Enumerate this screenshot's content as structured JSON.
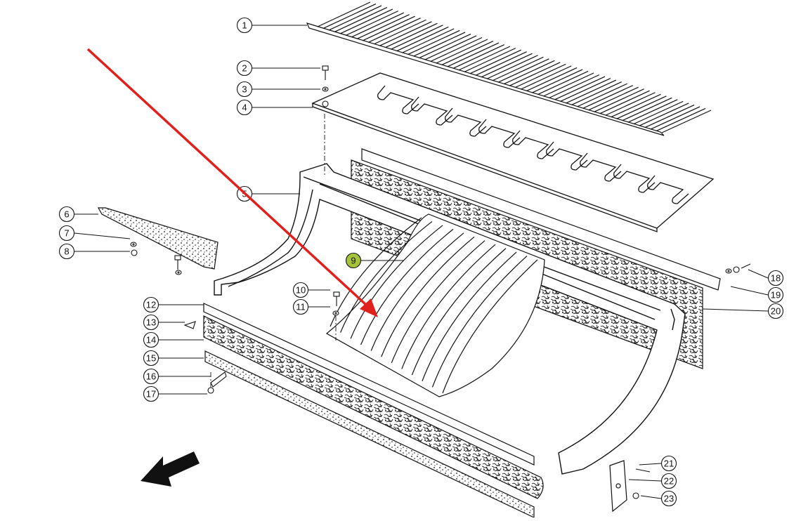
{
  "diagram": {
    "highlight_color": "#a6c43a",
    "arrow_color": "#e0201c",
    "line_color": "#111111",
    "parts": [
      {
        "num": "1",
        "highlighted": false
      },
      {
        "num": "2",
        "highlighted": false
      },
      {
        "num": "3",
        "highlighted": false
      },
      {
        "num": "4",
        "highlighted": false
      },
      {
        "num": "5",
        "highlighted": false
      },
      {
        "num": "6",
        "highlighted": false
      },
      {
        "num": "7",
        "highlighted": false
      },
      {
        "num": "8",
        "highlighted": false
      },
      {
        "num": "9",
        "highlighted": true
      },
      {
        "num": "10",
        "highlighted": false
      },
      {
        "num": "11",
        "highlighted": false
      },
      {
        "num": "12",
        "highlighted": false
      },
      {
        "num": "13",
        "highlighted": false
      },
      {
        "num": "14",
        "highlighted": false
      },
      {
        "num": "15",
        "highlighted": false
      },
      {
        "num": "16",
        "highlighted": false
      },
      {
        "num": "17",
        "highlighted": false
      },
      {
        "num": "18",
        "highlighted": false
      },
      {
        "num": "19",
        "highlighted": false
      },
      {
        "num": "20",
        "highlighted": false
      },
      {
        "num": "21",
        "highlighted": false
      },
      {
        "num": "22",
        "highlighted": false
      },
      {
        "num": "23",
        "highlighted": false
      }
    ]
  }
}
